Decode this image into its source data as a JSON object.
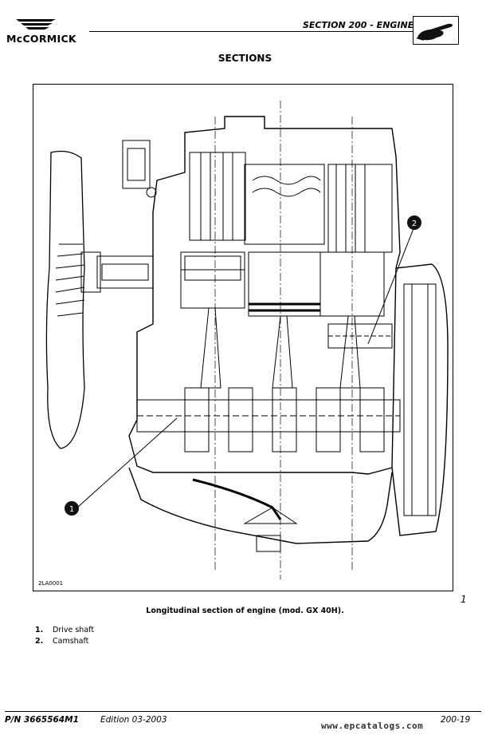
{
  "header": {
    "brand": "McCORMICK",
    "section_title": "SECTION 200 - ENGINE",
    "page_heading": "SECTIONS"
  },
  "figure": {
    "drawing_code": "2LA0001",
    "figure_number": "1",
    "caption": "Longitudinal section of engine (mod. GX 40H).",
    "callouts": [
      "1",
      "2"
    ]
  },
  "legend": [
    {
      "num": "1.",
      "label": "Drive shaft"
    },
    {
      "num": "2.",
      "label": "Camshaft"
    }
  ],
  "footer": {
    "part_number": "P/N 3665564M1",
    "edition": "Edition 03-2003",
    "watermark": "www.epcatalogs.com",
    "page_number": "200-19"
  },
  "icons": {
    "logo": "mccormick-stripes-logo",
    "section_marker": "pointing-hand-icon"
  }
}
